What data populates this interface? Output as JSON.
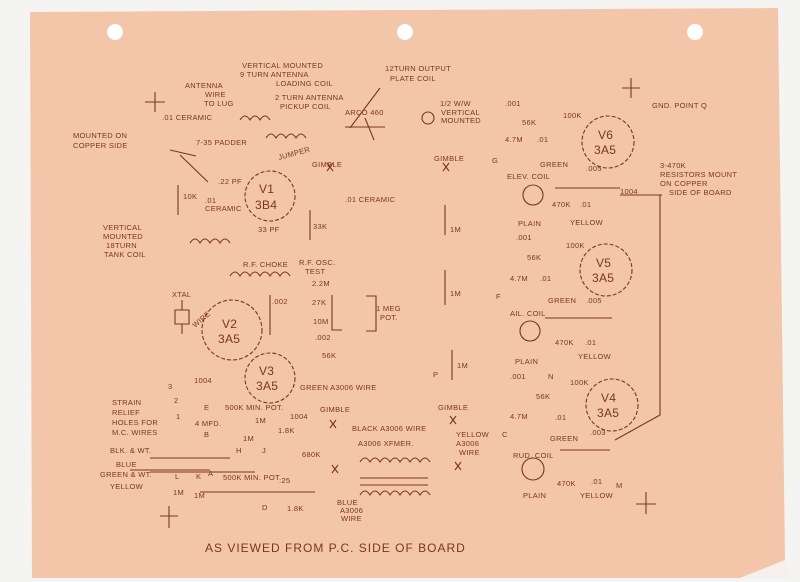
{
  "title": "AS VIEWED FROM P.C. SIDE OF BOARD",
  "colors": {
    "paper": "#f3c6aa",
    "ink": "#7b3520"
  },
  "tubes": [
    {
      "name": "V1",
      "type": "3B4"
    },
    {
      "name": "V2",
      "type": "3A5"
    },
    {
      "name": "V3",
      "type": "3A5"
    },
    {
      "name": "V4",
      "type": "3A5"
    },
    {
      "name": "V5",
      "type": "3A5"
    },
    {
      "name": "V6",
      "type": "3A5"
    }
  ],
  "labels": {
    "vert_mounted": "VERTICAL MOUNTED",
    "nine_turn": "9 TURN ANTENNA",
    "loading_coil": "LOADING COIL",
    "twelve_turn": "12TURN OUTPUT",
    "plate_coil": "PLATE COIL",
    "antenna": "ANTENNA",
    "wire": "WIRE",
    "to_lug": "TO LUG",
    "two_turn": "2 TURN ANTENNA",
    "pickup_coil": "PICKUP COIL",
    "arco": "ARCO 460",
    "ww": "1/2 W/W",
    "vertical": "VERTICAL",
    "mounted": "MOUNTED",
    "ceramic1": ".01 CERAMIC",
    "mounted_on": "MOUNTED ON",
    "copper_side": "COPPER SIDE",
    "padder": "7-35 PADDER",
    "jumper": "JUMPER",
    "gimble": "GIMBLE",
    "pf22": ".22 PF",
    "r10k": "10K",
    "c01": ".01",
    "ceramic": "CERAMIC",
    "ceramic2": ".01 CERAMIC",
    "r33k": "33K",
    "pf33": "33 PF",
    "vertical2": "VERTICAL",
    "mounted2": "MOUNTED",
    "turn18": "18TURN",
    "tank_coil": "TANK COIL",
    "r1m": "1M",
    "c001": ".001",
    "r100k": "100K",
    "r56k": "56K",
    "r47m": "4.7M",
    "g": "G",
    "green": "GREEN",
    "gnd": "GND. POINT Q",
    "res1": "3-470K",
    "res2": "RESISTORS MOUNT",
    "res3": "ON COPPER",
    "res4": "SIDE OF BOARD",
    "elev": "ELEV. COIL",
    "c005": ".005",
    "d1004": "1004",
    "r470k": "470K",
    "yellow": "YELLOW",
    "plain": "PLAIN",
    "f": "F",
    "ail": "AIL. COIL",
    "n": "N",
    "c": "C",
    "c003": ".003",
    "rud": "RUD. COIL",
    "m": "M",
    "rfchoke": "R.F. CHOKE",
    "rfosc": "R.F. OSC.",
    "test": "TEST",
    "xtal": "XTAL",
    "wire2": "WIRE",
    "c002": ".002",
    "r22m": "2.2M",
    "r27k": "27K",
    "r10m": "10M",
    "onemeg": "1 MEG",
    "pot": "POT.",
    "p": "P",
    "green_wire": "GREEN A3006 WIRE",
    "strain": "STRAIN",
    "relief": "RELIEF",
    "holes": "HOLES FOR",
    "mcwires": "M.C. WIRES",
    "n3": "3",
    "n2": "2",
    "n1": "1",
    "e": "E",
    "minpot": "500K MIN. POT.",
    "mfd": "4 MFD.",
    "b": "B",
    "r18k": "1.8K",
    "blkwt": "BLK. & WT.",
    "blue": "BLUE",
    "h": "H",
    "j": "J",
    "r680k": "680K",
    "greenwt": "GREEN & WT.",
    "l": "L",
    "k": "K",
    "a": "A",
    "c25": ".25",
    "d": "D",
    "black_wire": "BLACK A3006 WIRE",
    "xfmer": "A3006 XFMER.",
    "a3006": "A3006"
  }
}
